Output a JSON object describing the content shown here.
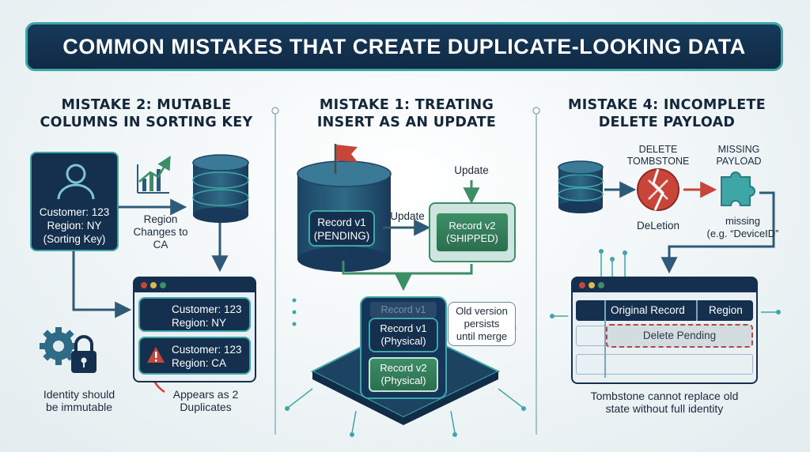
{
  "title": "COMMON MISTAKES THAT CREATE DUPLICATE-LOOKING DATA",
  "panel_left": {
    "heading_line1": "MISTAKE 2: MUTABLE",
    "heading_line2": "COLUMNS IN SORTING KEY",
    "user_card": {
      "line1": "Customer: 123",
      "line2": "Region: NY",
      "line3": "(Sorting Key)"
    },
    "change_line1": "Region",
    "change_line2": "Changes to",
    "change_line3": "CA",
    "row1": {
      "line1": "Customer: 123",
      "line2": "Region: NY"
    },
    "row2": {
      "line1": "Customer: 123",
      "line2": "Region: CA"
    },
    "identity_line1": "Identity should",
    "identity_line2": "be immutable",
    "appears_line1": "Appears as 2",
    "appears_line2": "Duplicates"
  },
  "panel_middle": {
    "heading_line1": "MISTAKE 1: TREATING",
    "heading_line2": "INSERT AS AN UPDATE",
    "update_top": "Update",
    "update_arrow": "Update",
    "record_v1": {
      "line1": "Record v1",
      "line2": "(PENDING)"
    },
    "record_v2": {
      "line1": "Record v2",
      "line2": "(SHIPPED)"
    },
    "ghost": "Record v1",
    "phys_v1": {
      "line1": "Record v1",
      "line2": "(Physical)"
    },
    "phys_v2": {
      "line1": "Record v2",
      "line2": "(Physical)"
    },
    "callout": {
      "line1": "Old version",
      "line2": "persists",
      "line3": "until merge"
    }
  },
  "panel_right": {
    "heading_line1": "MISTAKE 4: INCOMPLETE",
    "heading_line2": "DELETE PAYLOAD",
    "tomb_line1": "DELETE",
    "tomb_line2": "TOMBSTONE",
    "missing_line1": "MISSING",
    "missing_line2": "PAYLOAD",
    "deletion": "DeLetion",
    "missing_note_line1": "missing",
    "missing_note_line2": "(e.g. “DeviceID”",
    "table_col1": "Original Record",
    "table_col2": "Region",
    "delete_pending": "Delete Pending",
    "footer_line1": "Tombstone cannot replace old",
    "footer_line2": "state without full identity"
  }
}
